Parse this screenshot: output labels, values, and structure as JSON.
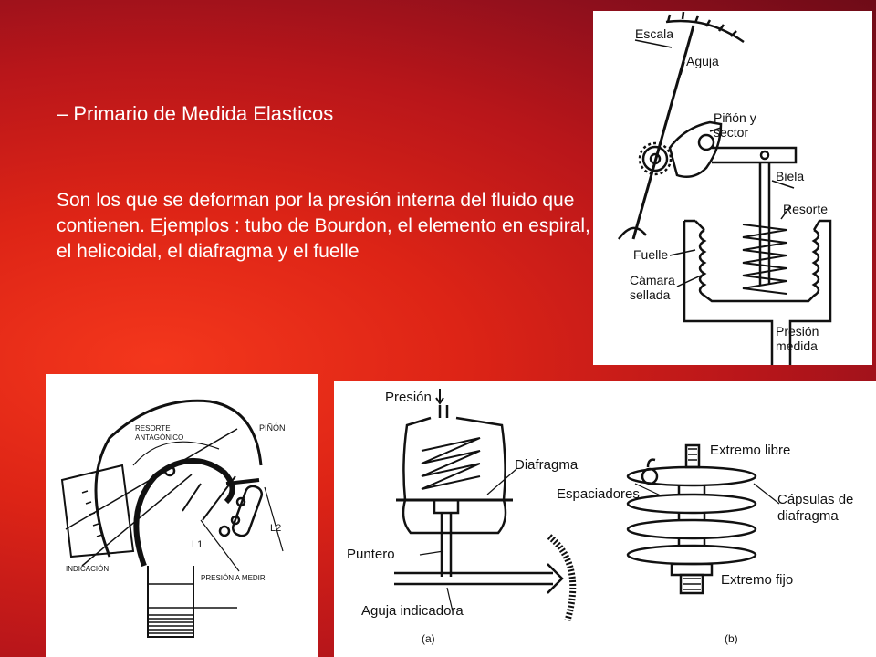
{
  "slide": {
    "heading": "– Primario de Medida Elasticos",
    "body": "Son los que se deforman por la presión interna del fluido que contienen. Ejemplos : tubo de Bourdon, el elemento en espiral, el helicoidal, el diafragma y el fuelle"
  },
  "fuelle_diagram": {
    "escala": "Escala",
    "aguja": "Aguja",
    "pinon_1": "Piñón y",
    "pinon_2": "sector",
    "biela": "Biela",
    "resorte": "Resorte",
    "fuelle": "Fuelle",
    "camara_1": "Cámara",
    "camara_2": "sellada",
    "presion_1": "Presión",
    "presion_2": "medida"
  },
  "bourdon_diagram": {
    "resorte_1": "RESORTE",
    "resorte_2": "ANTAGÓNICO",
    "pinon": "PIÑÓN",
    "l2": "L2",
    "l1": "L1",
    "indicacion": "INDICACIÓN",
    "presion": "PRESIÓN A MEDIR"
  },
  "diafragma_diagram": {
    "presion": "Presión",
    "diafragma": "Diafragma",
    "puntero": "Puntero",
    "aguja": "Aguja indicadora",
    "label_a": "(a)",
    "extremo_libre": "Extremo libre",
    "espaciadores": "Espaciadores",
    "capsulas_1": "Cápsulas de",
    "capsulas_2": "diafragma",
    "extremo_fijo": "Extremo fijo",
    "label_b": "(b)"
  }
}
